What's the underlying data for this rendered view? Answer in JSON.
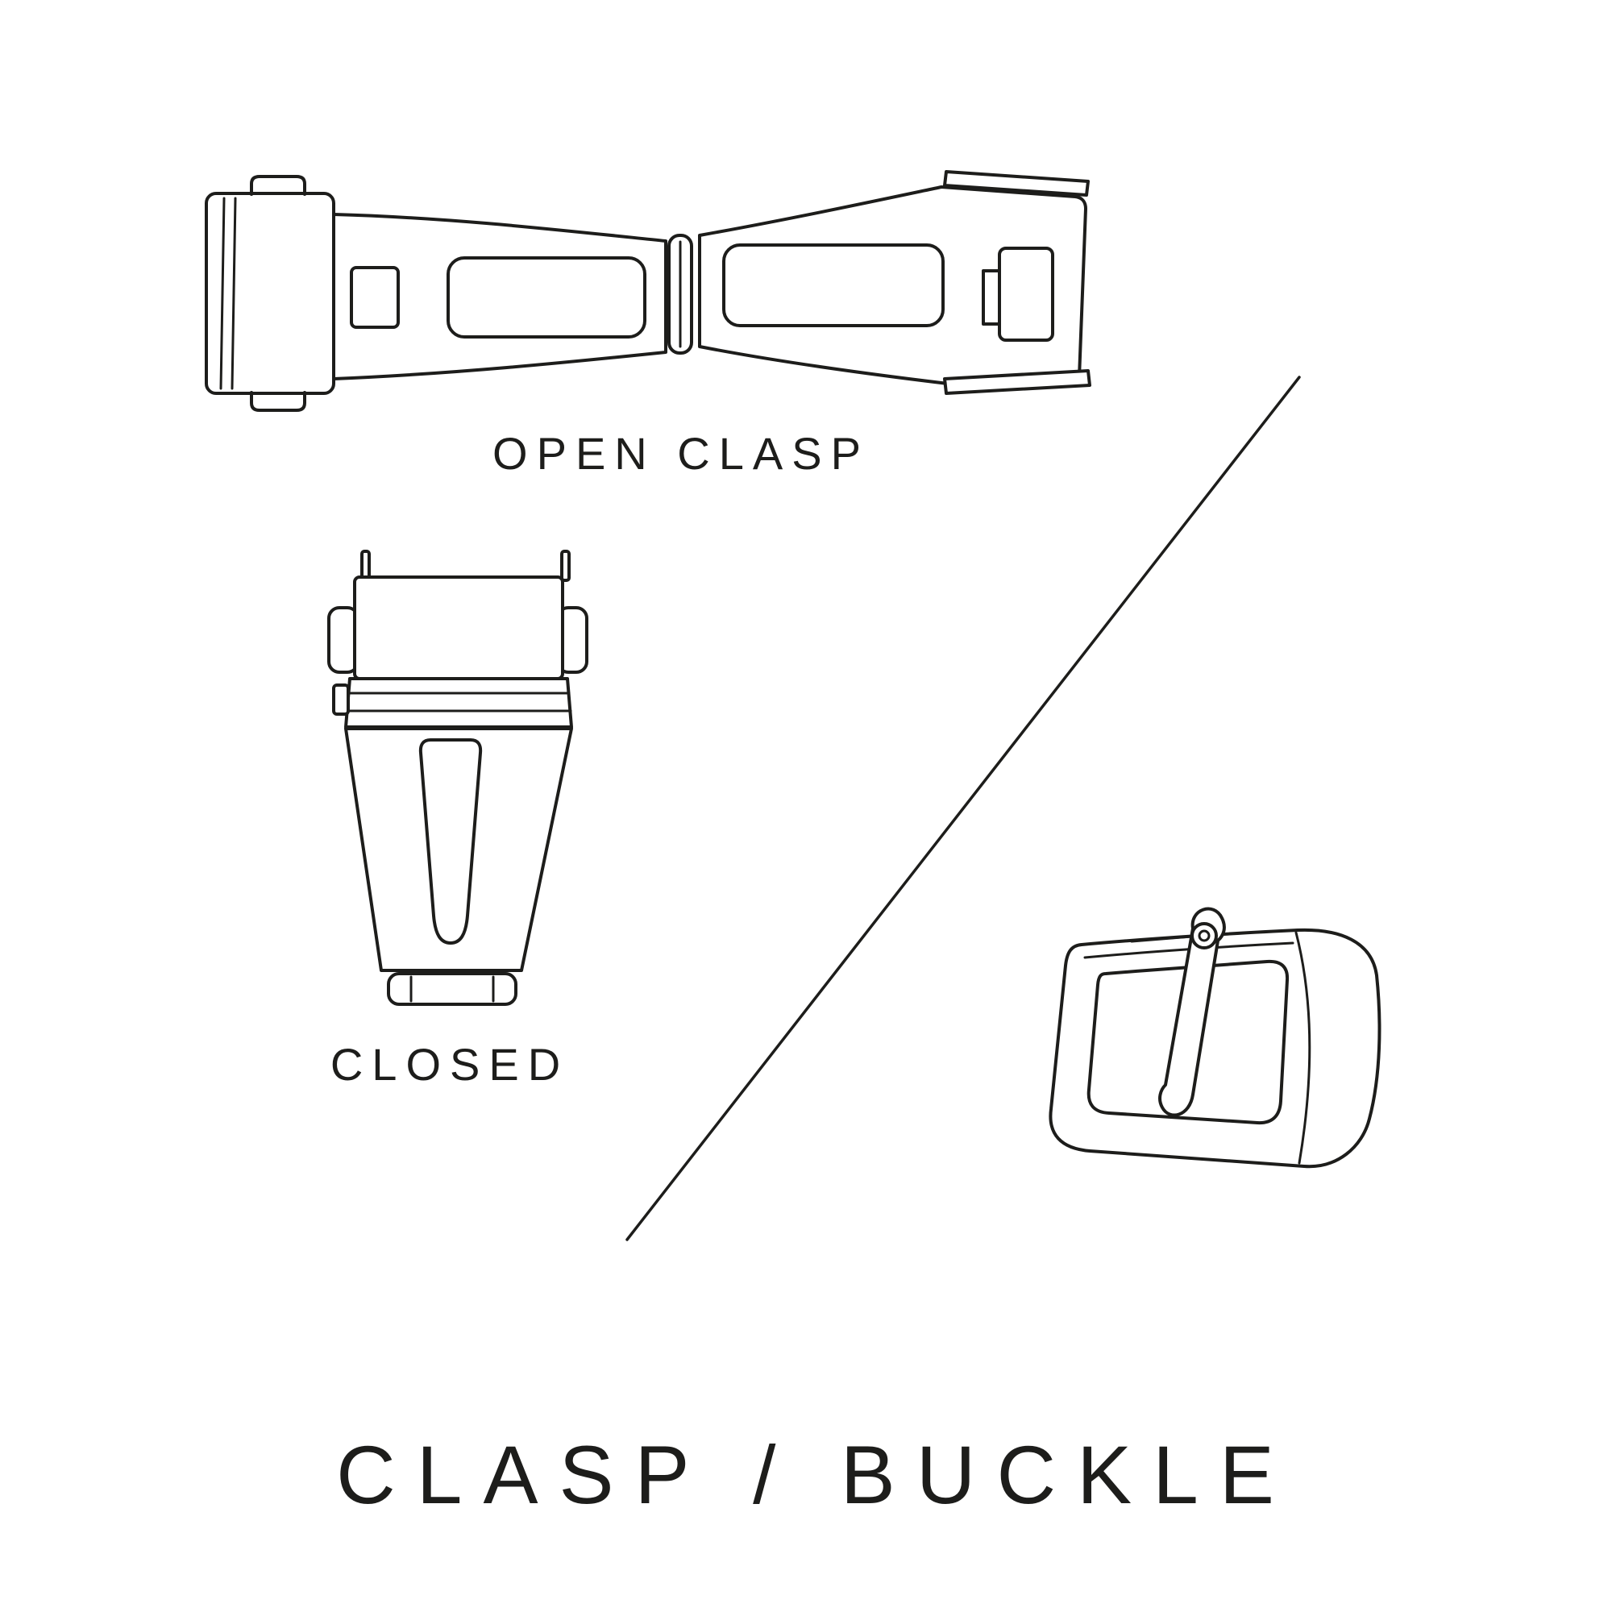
{
  "labels": {
    "open_clasp": "OPEN CLASP",
    "closed": "CLOSED",
    "title": "CLASP / BUCKLE"
  },
  "illustrations": {
    "open_clasp_icon": "open-deployant-clasp-illustration",
    "closed_clasp_icon": "closed-deployant-clasp-illustration",
    "buckle_icon": "pin-buckle-illustration",
    "divider": "diagonal-divider-line"
  },
  "colors": {
    "ink": "#1d1d1b",
    "background": "#ffffff"
  }
}
